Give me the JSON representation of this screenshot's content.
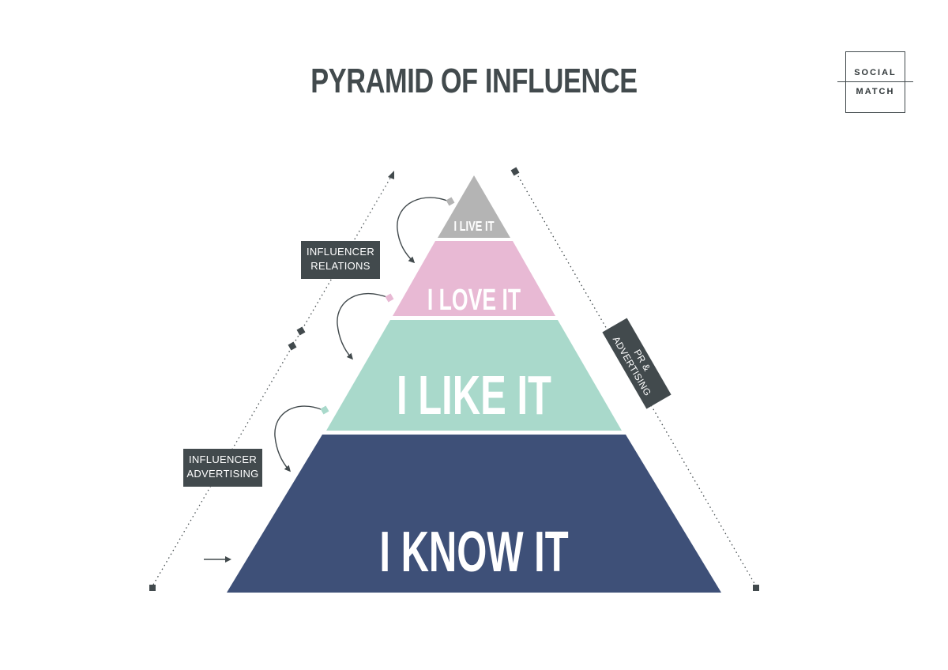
{
  "title": "PYRAMID OF INFLUENCE",
  "logo": {
    "line1": "SOCIAL",
    "line2": "MATCH"
  },
  "tiers": [
    {
      "label": "I LIVE IT",
      "color": "#b4b4b4"
    },
    {
      "label": "I LOVE IT",
      "color": "#e8b9d4"
    },
    {
      "label": "I LIKE IT",
      "color": "#a9d9cb"
    },
    {
      "label": "I KNOW IT",
      "color": "#3e5078"
    }
  ],
  "side_labels": {
    "influencer_relations": [
      "INFLUENCER",
      "RELATIONS"
    ],
    "influencer_advertising": [
      "INFLUENCER",
      "ADVERTISING"
    ],
    "pr_advertising": [
      "PR &",
      "ADVERTISING"
    ]
  },
  "colors": {
    "text_dark": "#424a4d",
    "label_box": "#424a4d",
    "tier_text": "#ffffff"
  },
  "icons": {
    "curved_arrows": "curved-arrow-icon",
    "entry_arrow": "right-arrow-icon",
    "markers": "square-marker-icon"
  }
}
